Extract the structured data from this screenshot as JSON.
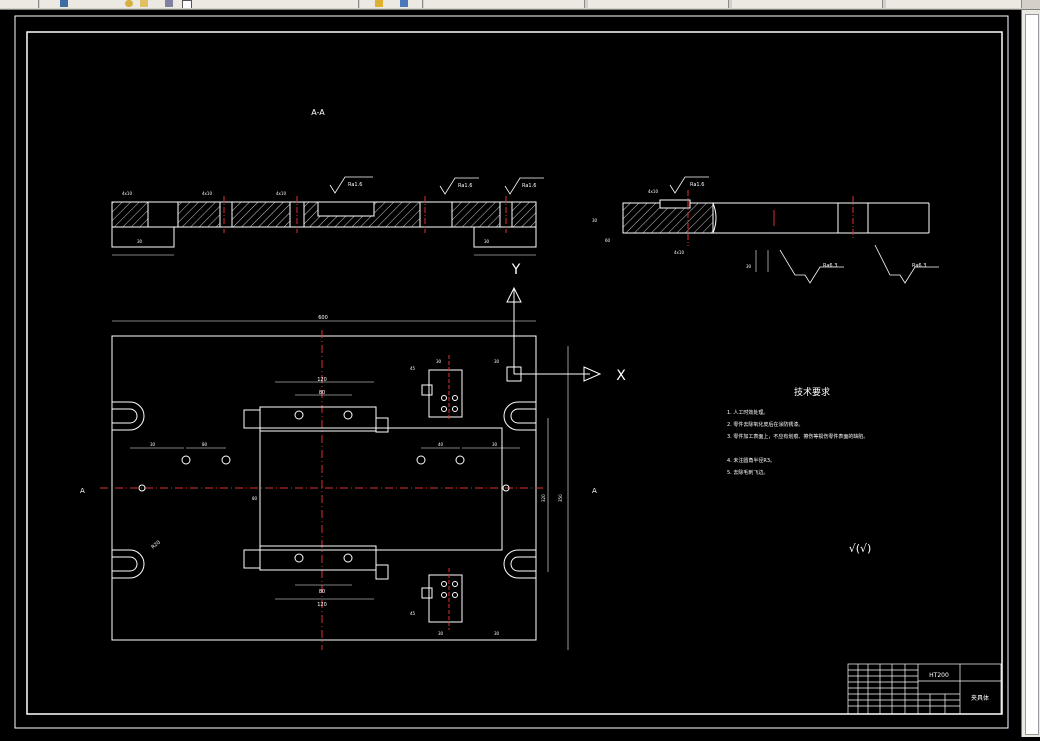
{
  "toolbar": {
    "segments": [
      "",
      "",
      "",
      "",
      ""
    ],
    "combo_right": "",
    "colors": {
      "bar": "#d4d0c8",
      "seg": "#ece9e3"
    }
  },
  "drawing": {
    "section_label": "A-A",
    "section_marker_left": "A",
    "section_marker_right": "A",
    "roughness": [
      "Ra1.6",
      "Ra1.6",
      "Ra1.6",
      "Ra1.6",
      "Ra6.3",
      "Ra6.3"
    ],
    "section_dims": [
      "4x10",
      "4x10",
      "4x10",
      "30",
      "30"
    ],
    "right_section_dims": [
      "4x10",
      "30",
      "60",
      "4x10",
      "30"
    ],
    "axis_x_label": "X",
    "axis_y_label": "Y",
    "plan_dims": {
      "overall_width": "600",
      "top_hole_span": "120",
      "top_inner_span": "80",
      "bottom_hole_span": "120",
      "bottom_inner_span": "80",
      "left_h": "80",
      "right_h": "40",
      "left_gap": "30",
      "right_gap": "30",
      "right_height": "320",
      "right_height2": "350",
      "mid": "80",
      "slot_radius": "R20",
      "pin_w1": "30",
      "pin_w2": "30",
      "pin_h1": "45",
      "pin_h2": "45",
      "bot_w1": "30",
      "bot_w2": "30"
    },
    "tech_title": "技术要求",
    "tech_notes": [
      "1. 人工时效处理。",
      "2. 零件去除氧化皮后在涂防锈漆。",
      "3. 零件加工表面上，不应有划痕、擦伤等损伤零件表面的缺陷。",
      "4. 未注圆角半径R3。",
      "5. 去除毛刺飞边。"
    ],
    "roughness_general": "√(√)",
    "title_block": {
      "material": "HT200",
      "name": "夹具体"
    }
  }
}
